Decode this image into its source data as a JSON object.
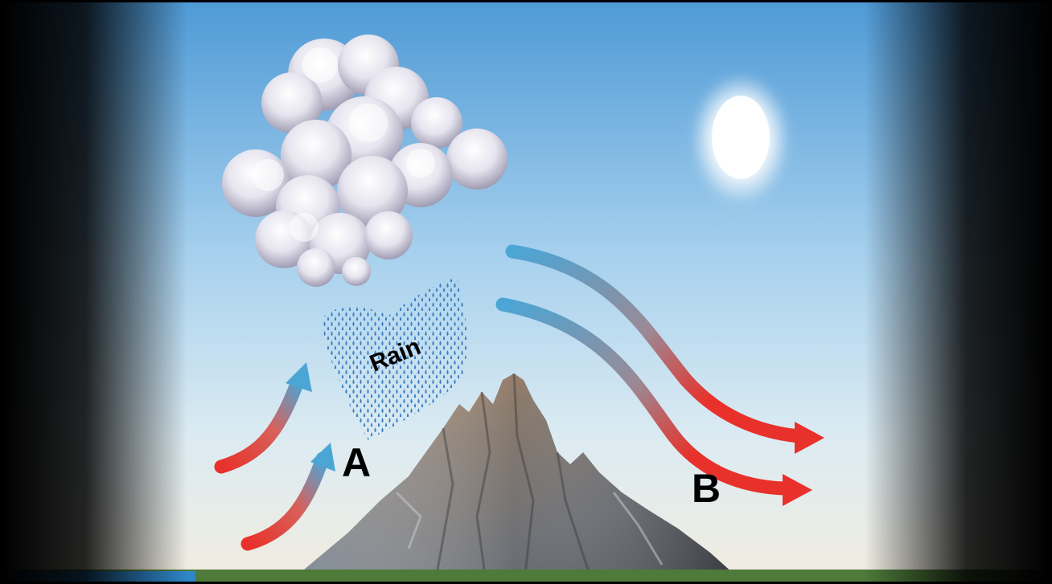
{
  "diagram": {
    "labels": {
      "rain": "Rain",
      "windward": "A",
      "leeward": "B"
    },
    "icons": {
      "cloud": "cloud-icon",
      "sun": "sun-icon",
      "mountain": "mountain-icon",
      "rain_area": "rain-drops-icon"
    },
    "colors": {
      "sky_top": "#4f9ad6",
      "sky_bottom": "#f1ece0",
      "warm_air": "#e8312a",
      "cool_air": "#4ba6d6",
      "rain": "#3c7fc2",
      "ground": "#4e7a3a",
      "frame": "#000000"
    }
  }
}
